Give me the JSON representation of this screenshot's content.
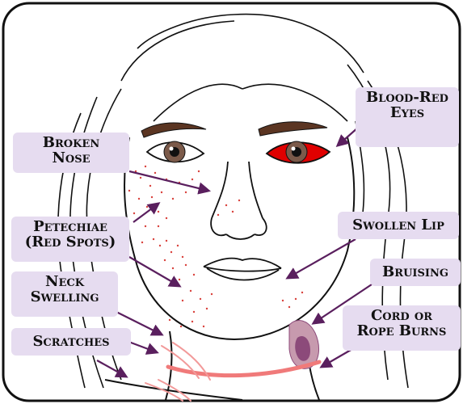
{
  "labels": {
    "blood_red_eyes": "Blood-Red\nEyes",
    "broken_nose": "Broken\nNose",
    "petechiae": "Petechiae\n(Red Spots)",
    "swollen_lip": "Swollen Lip",
    "bruising": "Bruising",
    "neck_swelling": "Neck\nSwelling",
    "cord_rope_burns": "Cord or\nRope Burns",
    "scratches": "Scratches"
  },
  "colors": {
    "label_bg": "#e6dcf0",
    "arrow": "#5a1f5e",
    "red_spots": "#d9413c",
    "eye_red": "#e00000",
    "iris_brown": "#7b5a4a",
    "bruise": "#8c4a7a",
    "rope_burn": "#f07a7a",
    "outline": "#111111"
  }
}
